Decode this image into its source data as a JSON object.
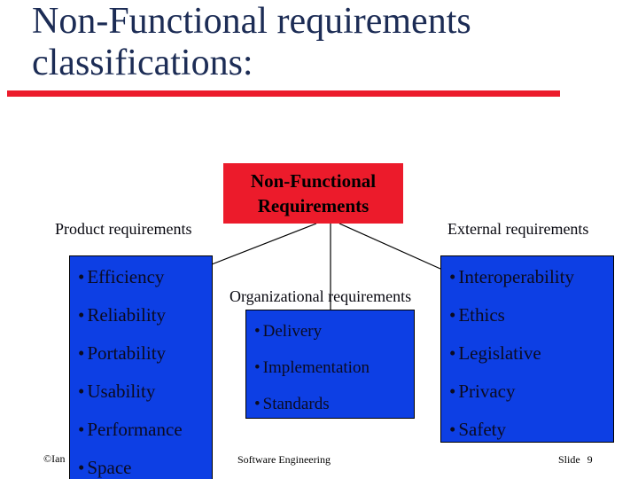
{
  "slide": {
    "title_line1": "Non-Functional requirements",
    "title_line2": "classifications:"
  },
  "diagram": {
    "root_box": {
      "line1": "Non-Functional",
      "line2": "Requirements"
    },
    "product": {
      "label": "Product requirements",
      "items": [
        "Efficiency",
        "Reliability",
        "Portability",
        "Usability",
        "Performance",
        "Space"
      ]
    },
    "organizational": {
      "label": "Organizational requirements",
      "items": [
        "Delivery",
        "Implementation",
        "Standards"
      ]
    },
    "external": {
      "label": "External requirements",
      "items": [
        "Interoperability",
        "Ethics",
        "Legislative",
        "Privacy",
        "Safety"
      ]
    }
  },
  "footer": {
    "copyright": "©Ian",
    "center": "Software Engineering",
    "slide_label": "Slide",
    "slide_number": "9"
  },
  "colors": {
    "title_navy": "#1C2C55",
    "accent_red": "#EC1B2B",
    "box_blue": "#0D3FE4"
  }
}
